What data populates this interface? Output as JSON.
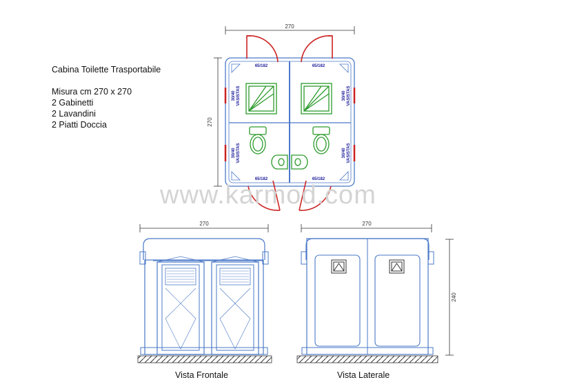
{
  "info": {
    "title": "Cabina Toilette Trasportabile",
    "lines": [
      "Misura cm 270 x 270",
      "2 Gabinetti",
      "2 Lavandini",
      "2 Piatti Doccia"
    ]
  },
  "plan": {
    "width_label": "270",
    "height_label": "270",
    "door_label": "65/182",
    "window_size_label": "30/40",
    "window_type_label": "VASISTAS"
  },
  "front_view": {
    "width_label": "270",
    "caption": "Vista Frontale"
  },
  "side_view": {
    "width_label": "270",
    "height_label": "240",
    "caption": "Vista Laterale"
  },
  "watermark": "www.karmod.com",
  "colors": {
    "outline": "#4a78c8",
    "dim": "#333333",
    "door": "#cc2222",
    "fixture": "#2a9a2a",
    "label": "#1a1a9a"
  }
}
